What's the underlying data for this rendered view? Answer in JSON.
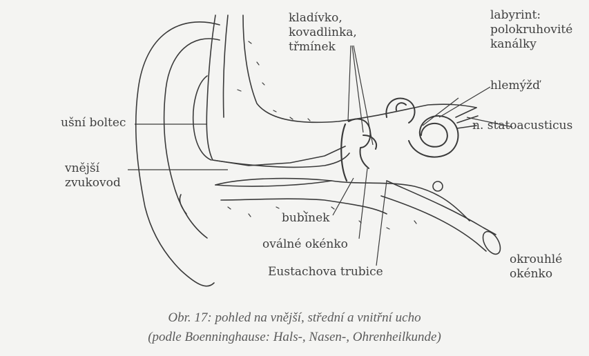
{
  "labels": {
    "malleus_incus_stapes": [
      "kladívko,",
      "kovadlinka,",
      "třmínek"
    ],
    "labyrinth": [
      "labyrint:",
      "polokruhovité",
      "kanálky"
    ],
    "cochlea": "hlemýžď",
    "auricle": "ušní boltec",
    "nerve": "n. statoacusticus",
    "ear_canal": [
      "vnější",
      "zvukovod"
    ],
    "eardrum": "bubínek",
    "oval_window": "oválné okénko",
    "eustachian_tube": "Eustachova trubice",
    "round_window": [
      "okrouhlé",
      "okénko"
    ]
  },
  "caption": {
    "line1": "Obr. 17: pohled na vnější, střední a vnitřní ucho",
    "line2": "(podle Boenninghause: Hals-, Nasen-, Ohrenheilkunde)"
  },
  "colors": {
    "ink": "#3a3a3a",
    "background": "#f4f4f2",
    "caption": "#5a5a5a"
  }
}
